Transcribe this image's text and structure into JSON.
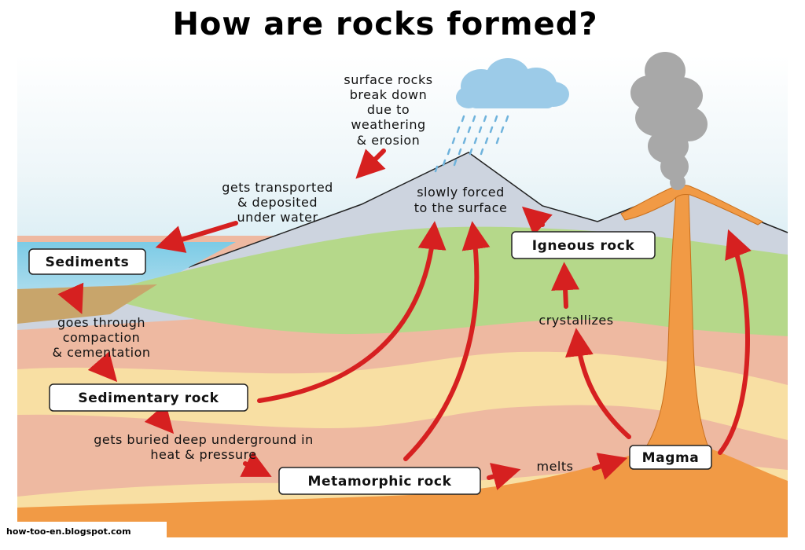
{
  "title": "How are rocks formed?",
  "footer": "how-too-en.blogspot.com",
  "boxes": {
    "sediments": "Sediments",
    "sedimentary": "Sedimentary rock",
    "metamorphic": "Metamorphic rock",
    "igneous": "Igneous rock",
    "magma": "Magma"
  },
  "labels": {
    "weathering": [
      "surface rocks",
      "break down",
      "due to",
      "weathering",
      "& erosion"
    ],
    "transported": [
      "gets transported",
      "& deposited",
      "under water"
    ],
    "forced": [
      "slowly forced",
      "to the surface"
    ],
    "compaction": [
      "goes through",
      "compaction",
      "& cementation"
    ],
    "buried": [
      "gets buried deep underground in",
      "heat & pressure"
    ],
    "melts": "melts",
    "crystallizes": "crystallizes"
  },
  "colors": {
    "arrow": "#d62020",
    "magma": "#f19a45",
    "grass": "#b5d88a",
    "sand": "#f8dfa3",
    "clay": "#eeb9a1",
    "water": "#8ecfe8",
    "mountain": "#cdd4df",
    "smoke": "#a8a8a8",
    "cloud": "#9ccbe8"
  }
}
